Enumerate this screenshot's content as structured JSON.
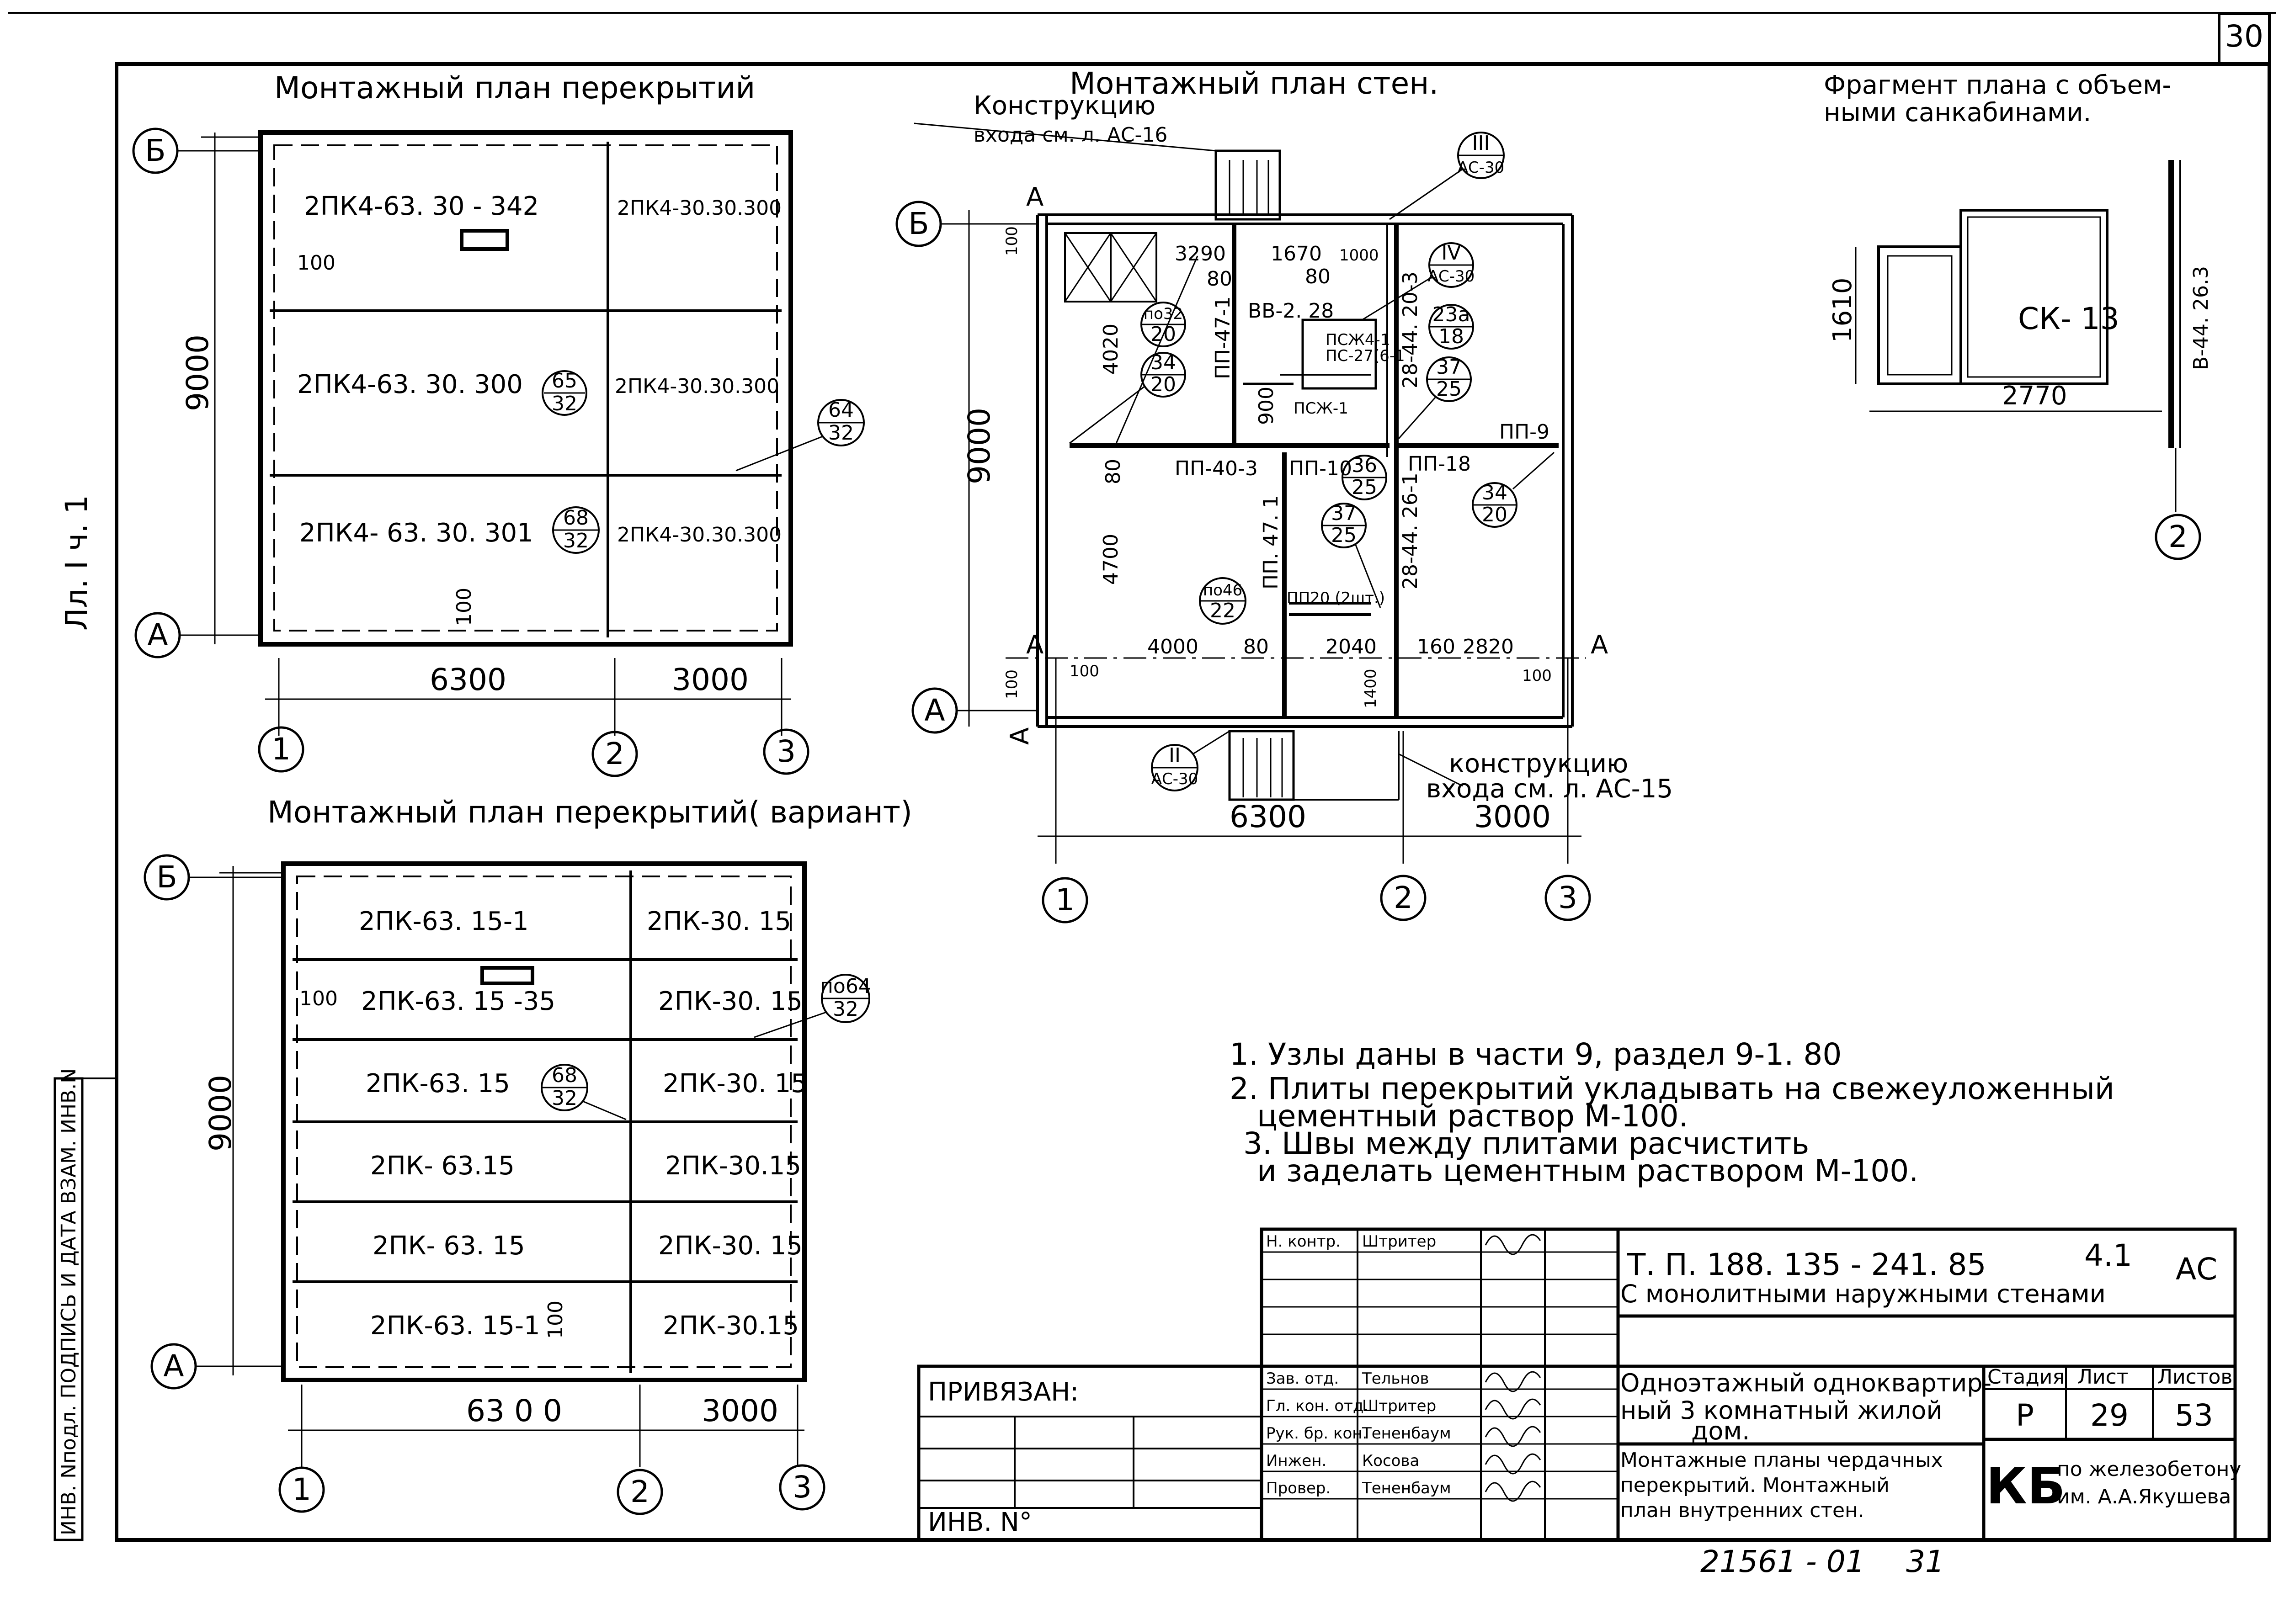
{
  "sheet": {
    "sheet_number": "30",
    "side_label": "Лл. I   ч. 1",
    "stamp_column": "ИНВ. Nподл. ПОДПИСЬ И ДАТА ВЗАМ. ИНВ.N",
    "archive_number": "21561 - 01",
    "archive_suffix": "31"
  },
  "plan_floor": {
    "title": "Монтажный план перекрытий",
    "axis_b": "Б",
    "axis_a": "А",
    "axis_1": "1",
    "axis_2": "2",
    "axis_3": "3",
    "dim_9000": "9000",
    "dim_6300": "6300",
    "dim_3000": "3000",
    "dim_100_left": "100",
    "dim_100_bottom": "100",
    "slab_1": "2ПК4-63. 30 - 342",
    "slab_2": "2ПК4-63. 30. 300",
    "slab_3": "2ПК4- 63. 30. 301",
    "slab_4": "2ПК4-30.30.300",
    "slab_5": "2ПК4-30.30.300",
    "slab_6": "2ПК4-30.30.300",
    "node_65_top": "65",
    "node_65_bot": "32",
    "node_64_top": "64",
    "node_64_bot": "32",
    "node_68_top": "68",
    "node_68_bot": "32"
  },
  "plan_variant": {
    "title": "Монтажный план перекрытий( вариант)",
    "axis_b": "Б",
    "axis_a": "А",
    "axis_1": "1",
    "axis_2": "2",
    "axis_3": "3",
    "dim_9000": "9000",
    "dim_6300": "63 0 0",
    "dim_3000": "3000",
    "dim_100_left": "100",
    "dim_100_bottom": "100",
    "slab_l1": "2ПК-63. 15-1",
    "slab_l2": "2ПК-63. 15 -35",
    "slab_l3": "2ПК-63. 15",
    "slab_l4": "2ПК- 63.15",
    "slab_l5": "2ПК- 63. 15",
    "slab_l6": "2ПК-63. 15-1",
    "slab_r1": "2ПК-30. 15",
    "slab_r2": "2ПК-30. 15",
    "slab_r3": "2ПК-30. 15",
    "slab_r4": "2ПК-30.15",
    "slab_r5": "2ПК-30. 15",
    "slab_r6": "2ПК-30.15",
    "node_68_top": "68",
    "node_68_bot": "32",
    "node_64_top": "по64",
    "node_64_bot": "32"
  },
  "plan_walls": {
    "title": "Монтажный план стен.",
    "note_top_1": "Конструкцию",
    "note_top_2": "входа см. л. АС-16",
    "note_bot_1": "конструкцию",
    "note_bot_2": "входа см. л. АС-15",
    "axis_b": "Б",
    "axis_a": "А",
    "axis_1": "1",
    "axis_2": "2",
    "axis_3": "3",
    "sec_a": "А",
    "dim_9000": "9000",
    "dim_6300": "6300",
    "dim_3000": "3000",
    "d_3290": "3290",
    "d_1670": "1670",
    "d_1000": "1000",
    "d_80a": "80",
    "d_80b": "80",
    "d_80c": "80",
    "d_80d": "80",
    "d_4020": "4020",
    "d_4700": "4700",
    "d_4000": "4000",
    "d_2040": "2040",
    "d_160": "160",
    "d_2820": "2820",
    "d_900": "900",
    "d_1400": "1400",
    "d_100a": "100",
    "d_100b": "100",
    "d_100c": "100",
    "d_100d": "100",
    "w_pp47_1a": "ПП-47-1",
    "w_pp47_1b": "ПП. 47. 1",
    "w_vv": "ВВ-2. 28",
    "w_pp40": "ПП-40-3",
    "w_pp10": "ПП-10",
    "w_pp18": "ПП-18",
    "w_pp9": "ПП-9",
    "w_pp20": "ПП20 (2шт.)",
    "w_psk": "ПСЖ-1",
    "w_psk4": "ПСЖ4-1",
    "w_ps27": "ПС-27(6-1",
    "w_28_44_20": "28-44. 20-3",
    "w_28_44_26": "28-44. 26-1",
    "n_iii_top": "III",
    "n_iii_bot": "АС-30",
    "n_iv_top": "IV",
    "n_iv_bot": "АС-30",
    "n_23a_top": "23а",
    "n_23a_bot": "18",
    "n_37a_top": "37",
    "n_37a_bot": "25",
    "n_po32_top": "по32",
    "n_po32_bot": "20",
    "n_34a_top": "34",
    "n_34a_bot": "20",
    "n_36_top": "36",
    "n_36_bot": "25",
    "n_37b_top": "37",
    "n_37b_bot": "25",
    "n_34b_top": "34",
    "n_34b_bot": "20",
    "n_po46_top": "по46",
    "n_po46_bot": "22",
    "n_ii_top": "II",
    "n_ii_bot": "АС-30"
  },
  "fragment": {
    "title_1": "Фрагмент плана с объем-",
    "title_2": "ными санкабинами.",
    "cabin": "СК- 13",
    "dim_1610": "1610",
    "dim_2770": "2770",
    "wall": "В-44. 26.3",
    "axis_2": "2"
  },
  "notes": [
    "1. Узлы даны в части 9, раздел 9-1. 80",
    "2. Плиты перекрытий укладывать на свежеуложенный",
    "цементный раствор М-100.",
    "3. Швы между плитами расчистить",
    "и заделать цементным раствором М-100."
  ],
  "title_block": {
    "bound_label": "ПРИВЯЗАН:",
    "inv_label": "ИНВ. N°",
    "project_code": "Т. П. 188. 135 - 241. 85",
    "project_sub": "С монолитными наружными стенами",
    "part": "4.1",
    "mark": "АС",
    "object_desc": "Одноэтажный одноквартир- ный 3 комнатный жилой дом.",
    "object_l1": "Одноэтажный одноквартир-",
    "object_l2": "ный 3 комнатный жилой",
    "object_l3": "дом.",
    "drawing_l1": "Монтажные планы чердачных",
    "drawing_l2": "перекрытий. Монтажный",
    "drawing_l3": "план внутренних стен.",
    "stage_h": "Стадия",
    "sheet_h": "Лист",
    "sheets_h": "Листов",
    "stage": "Р",
    "sheet": "29",
    "sheets": "53",
    "org_kb": "КБ",
    "org_l1": "по железобетону",
    "org_l2": "им. А.А.Якушева",
    "roles": [
      "Н. контр.",
      "Зав. отд.",
      "Гл. кон. отд.",
      "Рук. бр. кон.",
      "Инжен.",
      "Провер."
    ],
    "names": [
      "Штритер",
      "Тельнов",
      "Штритер",
      "Тененбаум",
      "Косова",
      "Тененбаум"
    ]
  }
}
